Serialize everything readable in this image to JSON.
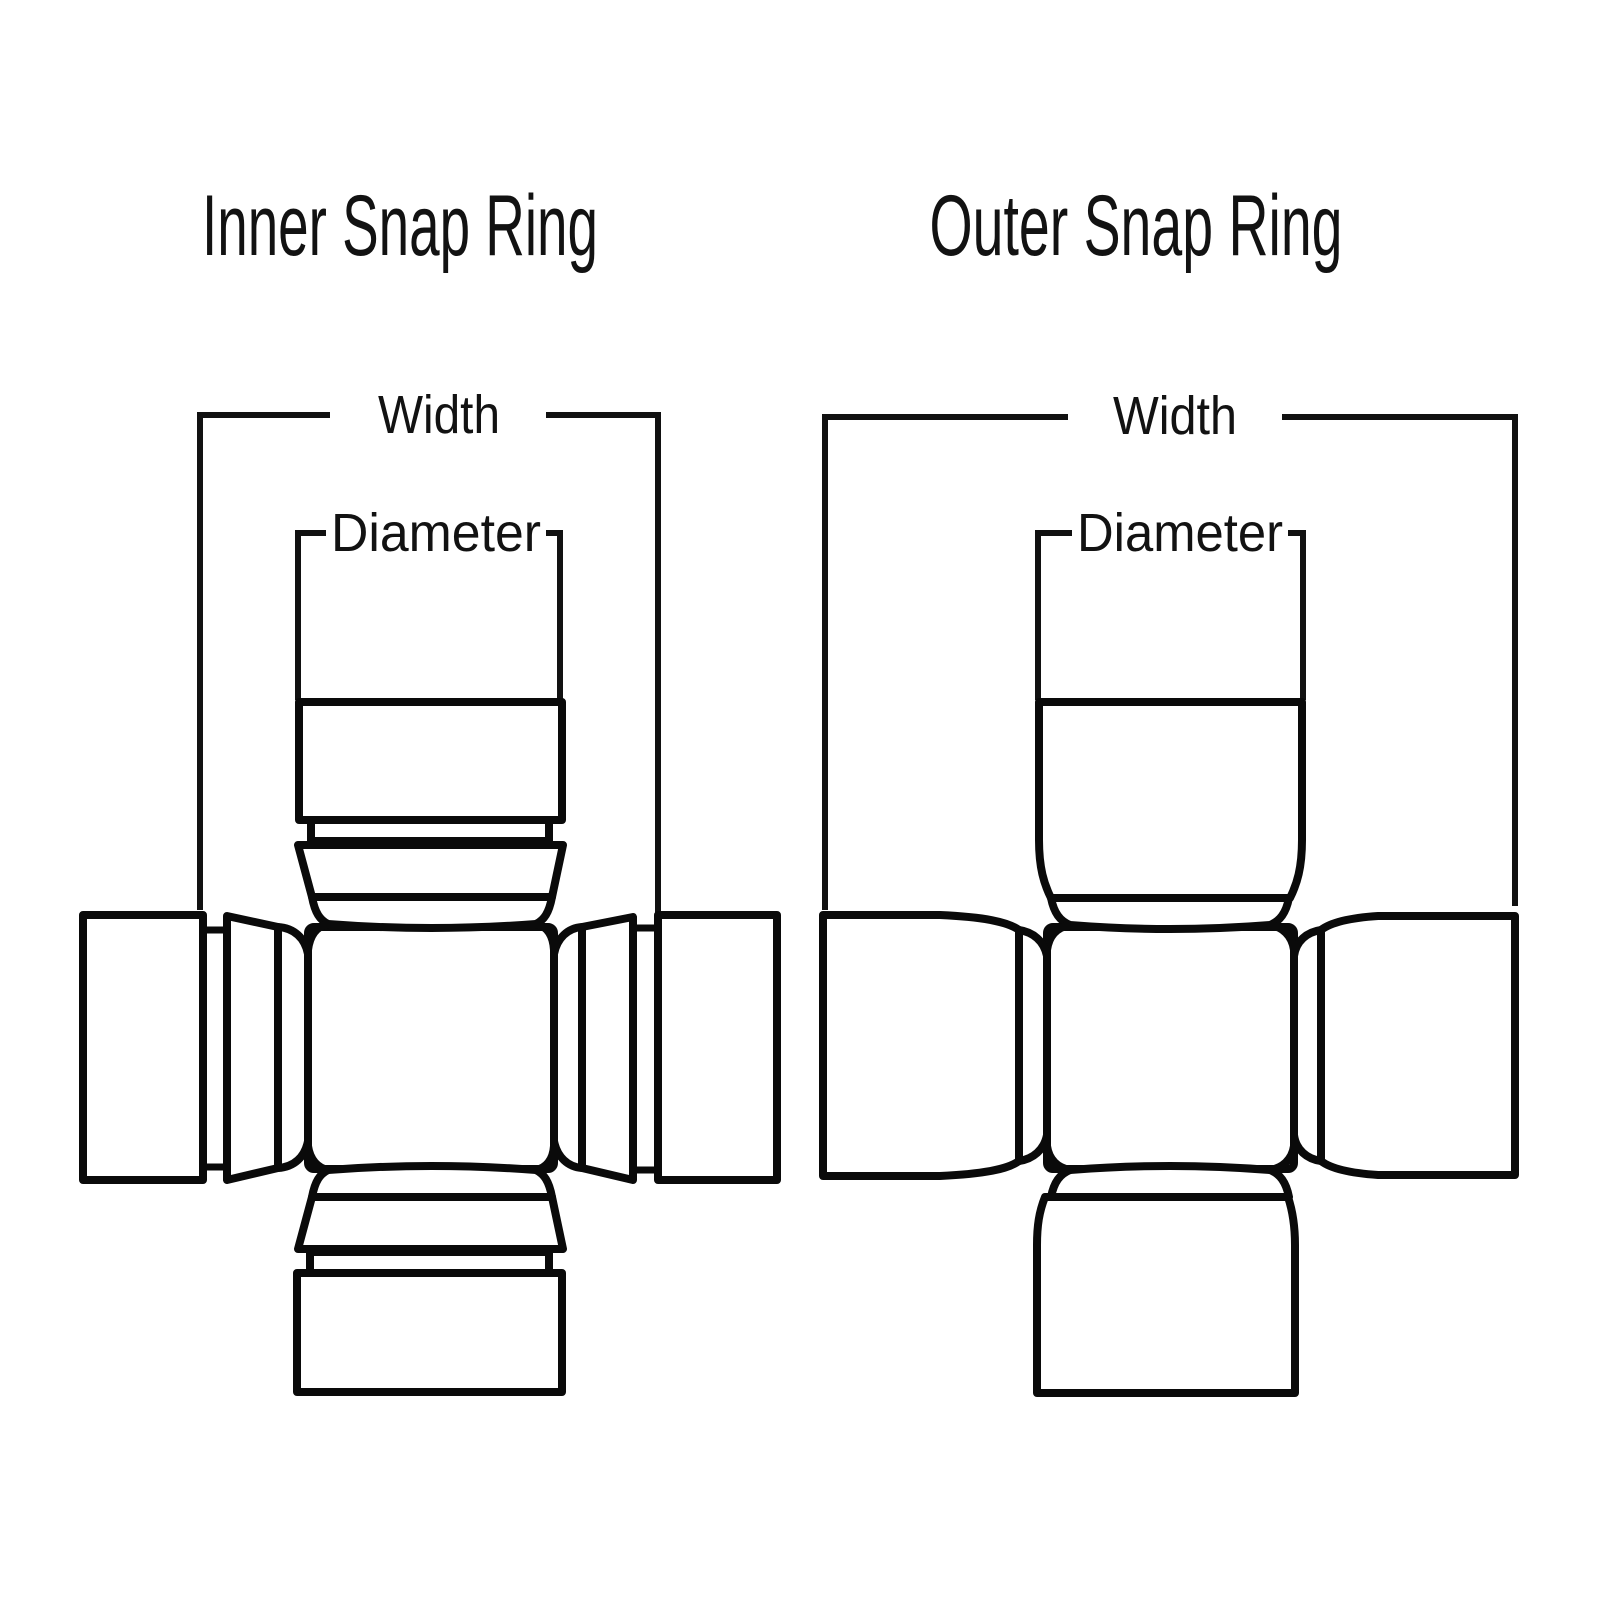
{
  "page": {
    "background_color": "#ffffff",
    "line_color": "#0a0a0a"
  },
  "diagrams": [
    {
      "id": "inner-snap-ring",
      "title": "Inner Snap Ring",
      "labels": {
        "width": "Width",
        "diameter": "Diameter"
      }
    },
    {
      "id": "outer-snap-ring",
      "title": "Outer Snap Ring",
      "labels": {
        "width": "Width",
        "diameter": "Diameter"
      }
    }
  ]
}
